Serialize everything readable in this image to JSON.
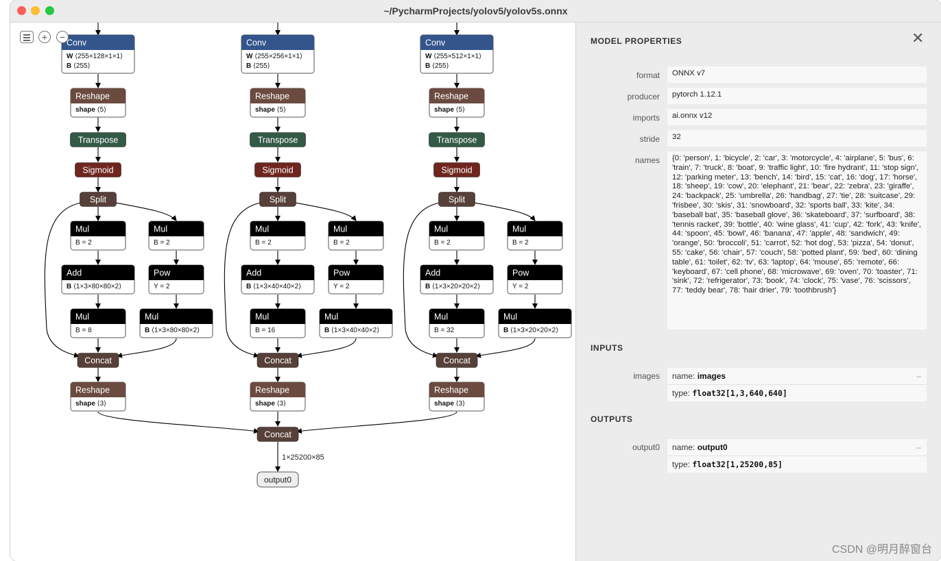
{
  "window": {
    "title": "~/PycharmProjects/yolov5/yolov5s.onnx",
    "traffic_colors": [
      "#fe5f57",
      "#febc2e",
      "#28c840"
    ]
  },
  "toolbar": {
    "zoom_in": "+",
    "zoom_out": "−"
  },
  "graph": {
    "branches": [
      {
        "conv": {
          "title": "Conv",
          "w_label": "W",
          "w": "⟨255×128×1×1⟩",
          "b_label": "B",
          "b": "⟨255⟩"
        },
        "reshape1": {
          "title": "Reshape",
          "attr_label": "shape",
          "attr": "⟨5⟩"
        },
        "transpose": "Transpose",
        "sigmoid": "Sigmoid",
        "split": "Split",
        "mul_a": {
          "title": "Mul",
          "attr": "B = 2"
        },
        "mul_b": {
          "title": "Mul",
          "attr": "B = 2"
        },
        "add": {
          "title": "Add",
          "attr_label": "B",
          "attr": "⟨1×3×80×80×2⟩"
        },
        "pow": {
          "title": "Pow",
          "attr": "Y = 2"
        },
        "mul_c": {
          "title": "Mul",
          "attr": "B = 8"
        },
        "mul_d": {
          "title": "Mul",
          "attr_label": "B",
          "attr": "⟨1×3×80×80×2⟩"
        },
        "concat": "Concat",
        "reshape2": {
          "title": "Reshape",
          "attr_label": "shape",
          "attr": "⟨3⟩"
        }
      },
      {
        "conv": {
          "title": "Conv",
          "w_label": "W",
          "w": "⟨255×256×1×1⟩",
          "b_label": "B",
          "b": "⟨255⟩"
        },
        "reshape1": {
          "title": "Reshape",
          "attr_label": "shape",
          "attr": "⟨5⟩"
        },
        "transpose": "Transpose",
        "sigmoid": "Sigmoid",
        "split": "Split",
        "mul_a": {
          "title": "Mul",
          "attr": "B = 2"
        },
        "mul_b": {
          "title": "Mul",
          "attr": "B = 2"
        },
        "add": {
          "title": "Add",
          "attr_label": "B",
          "attr": "⟨1×3×40×40×2⟩"
        },
        "pow": {
          "title": "Pow",
          "attr": "Y = 2"
        },
        "mul_c": {
          "title": "Mul",
          "attr": "B = 16"
        },
        "mul_d": {
          "title": "Mul",
          "attr_label": "B",
          "attr": "⟨1×3×40×40×2⟩"
        },
        "concat": "Concat",
        "reshape2": {
          "title": "Reshape",
          "attr_label": "shape",
          "attr": "⟨3⟩"
        }
      },
      {
        "conv": {
          "title": "Conv",
          "w_label": "W",
          "w": "⟨255×512×1×1⟩",
          "b_label": "B",
          "b": "⟨255⟩"
        },
        "reshape1": {
          "title": "Reshape",
          "attr_label": "shape",
          "attr": "⟨5⟩"
        },
        "transpose": "Transpose",
        "sigmoid": "Sigmoid",
        "split": "Split",
        "mul_a": {
          "title": "Mul",
          "attr": "B = 2"
        },
        "mul_b": {
          "title": "Mul",
          "attr": "B = 2"
        },
        "add": {
          "title": "Add",
          "attr_label": "B",
          "attr": "⟨1×3×20×20×2⟩"
        },
        "pow": {
          "title": "Pow",
          "attr": "Y = 2"
        },
        "mul_c": {
          "title": "Mul",
          "attr": "B = 32"
        },
        "mul_d": {
          "title": "Mul",
          "attr_label": "B",
          "attr": "⟨1×3×20×20×2⟩"
        },
        "concat": "Concat",
        "reshape2": {
          "title": "Reshape",
          "attr_label": "shape",
          "attr": "⟨3⟩"
        }
      }
    ],
    "final_concat": "Concat",
    "edge_label": "1×25200×85",
    "output": "output0",
    "colors": {
      "conv": "#34548c",
      "reshape": "#6b4a40",
      "transpose": "#335a47",
      "sigmoid": "#6e261f",
      "split": "#574039",
      "concat": "#574039",
      "math": "#000000",
      "edge": "#000000"
    }
  },
  "properties": {
    "title": "MODEL PROPERTIES",
    "close": "✕",
    "items": [
      {
        "label": "format",
        "value": "ONNX v7"
      },
      {
        "label": "producer",
        "value": "pytorch 1.12.1"
      },
      {
        "label": "imports",
        "value": "ai.onnx v12"
      },
      {
        "label": "stride",
        "value": "32"
      },
      {
        "label": "names",
        "value": "{0: 'person', 1: 'bicycle', 2: 'car', 3: 'motorcycle', 4: 'airplane', 5: 'bus', 6: 'train', 7: 'truck', 8: 'boat', 9: 'traffic light', 10: 'fire hydrant', 11: 'stop sign', 12: 'parking meter', 13: 'bench', 14: 'bird', 15: 'cat', 16: 'dog', 17: 'horse', 18: 'sheep', 19: 'cow', 20: 'elephant', 21: 'bear', 22: 'zebra', 23: 'giraffe', 24: 'backpack', 25: 'umbrella', 26: 'handbag', 27: 'tie', 28: 'suitcase', 29: 'frisbee', 30: 'skis', 31: 'snowboard', 32: 'sports ball', 33: 'kite', 34: 'baseball bat', 35: 'baseball glove', 36: 'skateboard', 37: 'surfboard', 38: 'tennis racket', 39: 'bottle', 40: 'wine glass', 41: 'cup', 42: 'fork', 43: 'knife', 44: 'spoon', 45: 'bowl', 46: 'banana', 47: 'apple', 48: 'sandwich', 49: 'orange', 50: 'broccoli', 51: 'carrot', 52: 'hot dog', 53: 'pizza', 54: 'donut', 55: 'cake', 56: 'chair', 57: 'couch', 58: 'potted plant', 59: 'bed', 60: 'dining table', 61: 'toilet', 62: 'tv', 63: 'laptop', 64: 'mouse', 65: 'remote', 66: 'keyboard', 67: 'cell phone', 68: 'microwave', 69: 'oven', 70: 'toaster', 71: 'sink', 72: 'refrigerator', 73: 'book', 74: 'clock', 75: 'vase', 76: 'scissors', 77: 'teddy bear', 78: 'hair drier', 79: 'toothbrush'}"
      }
    ],
    "inputs_title": "INPUTS",
    "inputs": [
      {
        "label": "images",
        "name_prefix": "name: ",
        "name": "images",
        "type_prefix": "type: ",
        "type": "float32[1,3,640,640]",
        "collapse": "–"
      }
    ],
    "outputs_title": "OUTPUTS",
    "outputs": [
      {
        "label": "output0",
        "name_prefix": "name: ",
        "name": "output0",
        "type_prefix": "type: ",
        "type": "float32[1,25200,85]",
        "collapse": "–"
      }
    ]
  },
  "watermark": "CSDN @明月醉窗台"
}
